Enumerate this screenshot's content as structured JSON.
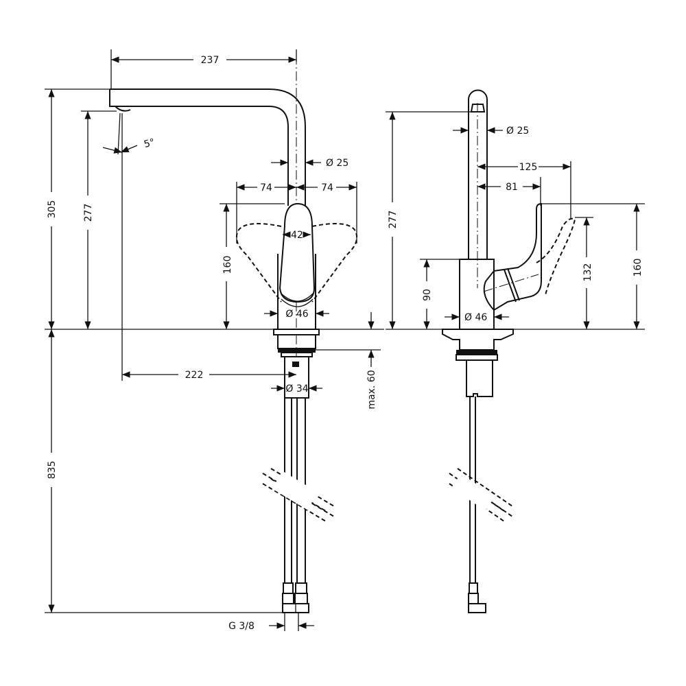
{
  "left_view": {
    "spout_reach": "237",
    "total_height": "305",
    "spout_height": "277",
    "spout_angle": "5°",
    "spout_diameter": "Ø  25",
    "lever_swing_left": "74",
    "lever_swing_right": "74",
    "lever_width": "42",
    "lever_height": "160",
    "body_diameter": "Ø 46",
    "spout_offset": "222",
    "shank_diameter": "Ø 34",
    "max_thickness": "max. 60",
    "hose_length": "835",
    "connection": "G 3/8"
  },
  "right_view": {
    "spout_height": "277",
    "spout_diameter": "Ø  25",
    "lever_depth_open": "125",
    "lever_depth": "81",
    "body_height": "90",
    "body_diameter": "Ø  46",
    "lever_height_open": "132",
    "lever_height": "160"
  }
}
